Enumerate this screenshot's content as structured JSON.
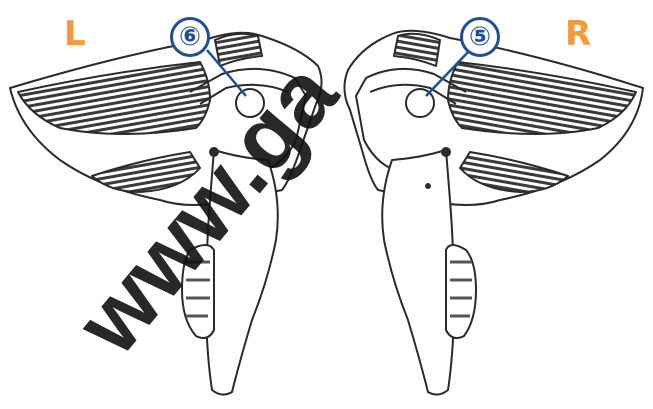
{
  "labels": {
    "left": "L",
    "right": "R"
  },
  "callouts": [
    {
      "number": "⑥",
      "target": "left-shift-button"
    },
    {
      "number": "⑤",
      "target": "right-shift-button"
    }
  ],
  "colors": {
    "side_label": "#f39a3a",
    "callout": "#1f4e9c",
    "outline": "#2b2b2b",
    "watermark": "#111111"
  },
  "watermark": {
    "text": "www.ga"
  }
}
